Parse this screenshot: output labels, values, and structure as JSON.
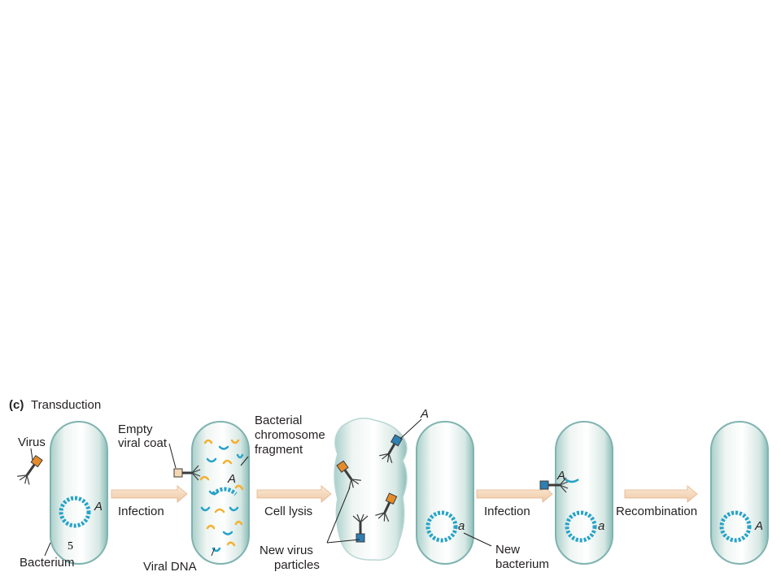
{
  "figure": {
    "panel_letter": "(c)",
    "title": "Transduction"
  },
  "labels": {
    "virus": "Virus",
    "bacterium": "Bacterium",
    "empty_coat_line1": "Empty",
    "empty_coat_line2": "viral coat",
    "bact_frag_line1": "Bacterial",
    "bact_frag_line2": "chromosome",
    "bact_frag_line3": "fragment",
    "viral_dna": "Viral DNA",
    "new_virus_line1": "New virus",
    "new_virus_line2": "particles",
    "new_bact_line1": "New",
    "new_bact_line2": "bacterium",
    "gene_A": "A",
    "gene_a": "a"
  },
  "steps": {
    "infection1": "Infection",
    "cell_lysis": "Cell lysis",
    "infection2": "Infection",
    "recombination": "Recombination"
  },
  "slide_number": "5",
  "colors": {
    "cell_fill": "#e9f1ee",
    "cell_edge": "#7fb3b0",
    "chromosome": "#27a3c9",
    "viral_dna": "#f4b030",
    "arrow": "#f6d9bd",
    "virus_head_orange": "#e48b2a",
    "virus_head_blue": "#2e7fb2",
    "virus_body": "#3b3b3b"
  }
}
